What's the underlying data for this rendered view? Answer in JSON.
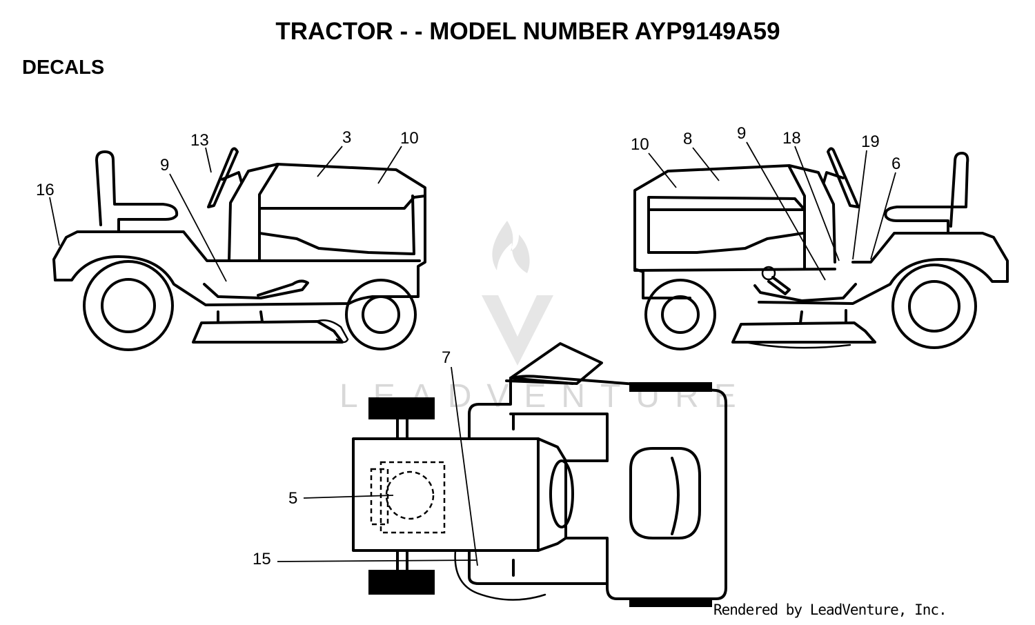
{
  "title": "TRACTOR - - MODEL NUMBER AYP9149A59",
  "section_label": "DECALS",
  "footer": "Rendered by LeadVenture, Inc.",
  "watermark": {
    "text": "LEADVENTURE",
    "color": "#d8d8d8"
  },
  "callouts": {
    "left_view": {
      "c16": "16",
      "c13": "13",
      "c9": "9",
      "c3": "3",
      "c10": "10"
    },
    "right_view": {
      "c10": "10",
      "c8": "8",
      "c9": "9",
      "c18": "18",
      "c19": "19",
      "c6": "6"
    },
    "top_view": {
      "c7": "7",
      "c5": "5",
      "c15": "15"
    }
  }
}
